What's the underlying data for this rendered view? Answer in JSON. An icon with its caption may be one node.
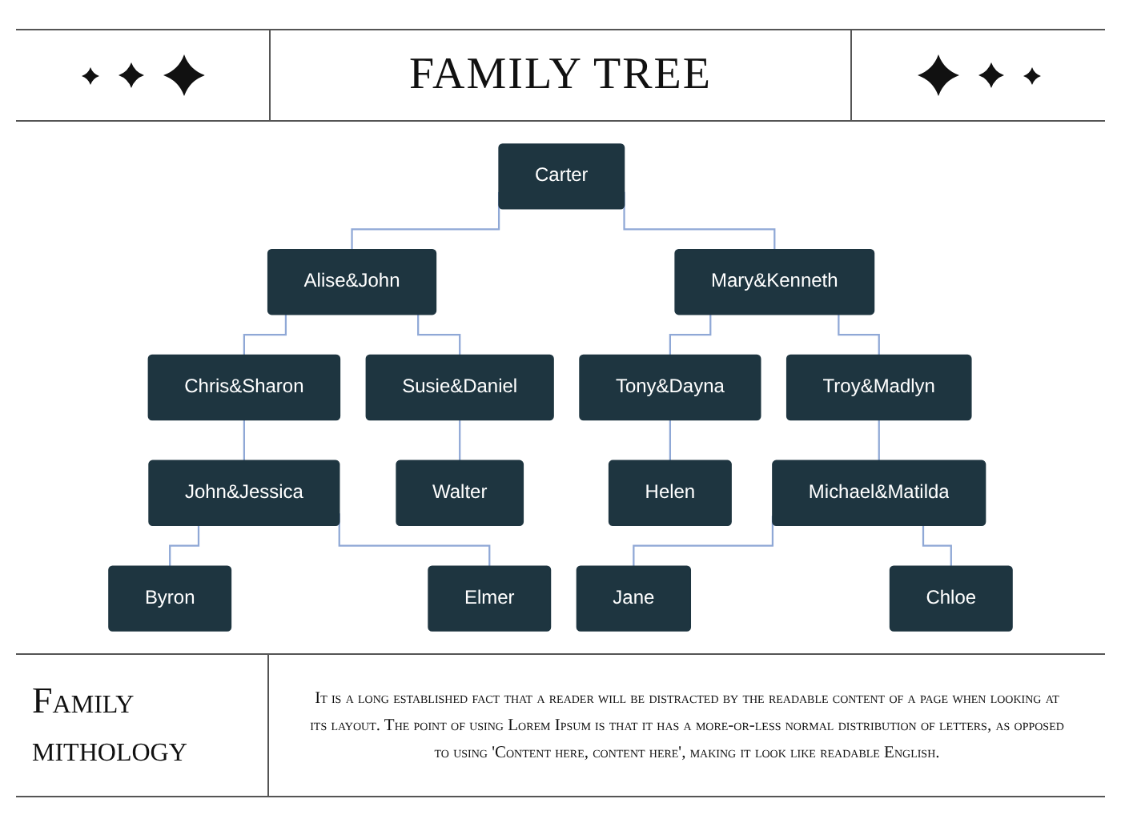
{
  "diagram": {
    "title": "FAMILY TREE",
    "nodes": [
      {
        "text": [
          "Carter"
        ]
      },
      {
        "text": [
          "Alise&John"
        ]
      },
      {
        "text": [
          "Mary&Kenneth"
        ]
      },
      {
        "text": [
          "Chris&Sharon"
        ]
      },
      {
        "text": [
          "Susie&Daniel"
        ]
      },
      {
        "text": [
          "Tony&Dayna"
        ]
      },
      {
        "text": [
          "Troy&Madlyn"
        ]
      },
      {
        "text": [
          "John&Jessica"
        ]
      },
      {
        "text": [
          "Walter"
        ]
      },
      {
        "text": [
          "Helen"
        ]
      },
      {
        "text": [
          "Michael&Matilda"
        ]
      },
      {
        "text": [
          "Byron"
        ]
      },
      {
        "text": [
          "Elmer"
        ]
      },
      {
        "text": [
          "Jane"
        ]
      },
      {
        "text": [
          "Chloe"
        ]
      }
    ],
    "edges": [
      {
        "from": 0,
        "to": 1,
        "arrow": "none"
      },
      {
        "from": 0,
        "to": 2,
        "arrow": "none"
      },
      {
        "from": 1,
        "to": 3,
        "arrow": "none"
      },
      {
        "from": 1,
        "to": 4,
        "arrow": "none"
      },
      {
        "from": 2,
        "to": 5,
        "arrow": "none"
      },
      {
        "from": 2,
        "to": 6,
        "arrow": "none"
      },
      {
        "from": 3,
        "to": 7,
        "arrow": "none"
      },
      {
        "from": 4,
        "to": 8,
        "arrow": "none"
      },
      {
        "from": 5,
        "to": 9,
        "arrow": "none"
      },
      {
        "from": 6,
        "to": 10,
        "arrow": "none"
      },
      {
        "from": 7,
        "to": 11,
        "arrow": "none"
      },
      {
        "from": 7,
        "to": 12,
        "arrow": "none"
      },
      {
        "from": 10,
        "to": 13,
        "arrow": "none"
      },
      {
        "from": 10,
        "to": 14,
        "arrow": "none"
      }
    ],
    "labels": [
      "Family mithology",
      "It is a long established fact that a reader will be distracted by the readable content of a page when looking at its layout. The point of using Lorem Ipsum is that it has a more-or-less normal distribution of letters, as opposed to using 'Content here, content here', making it look like readable English."
    ]
  }
}
